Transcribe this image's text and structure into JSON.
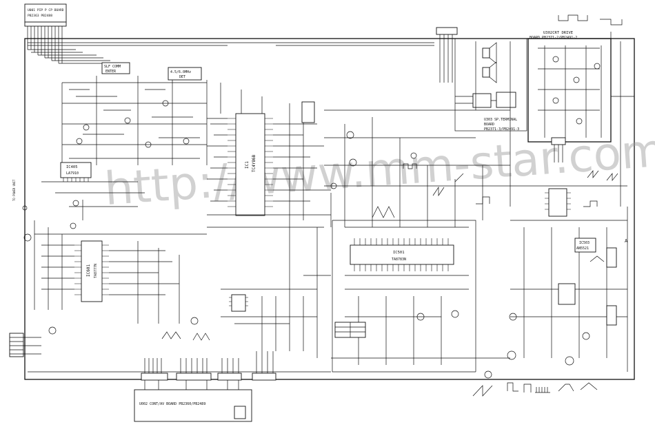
{
  "boards": {
    "pip": {
      "line1": "U001 PIP P CP BOARD",
      "line2": "PB2363 PB2488"
    },
    "crt": {
      "line1": "U302CRT DRIVE",
      "line2": "BOARD PB2371-2/PB2491-2"
    },
    "terminal": {
      "line1": "U303 SP.TERMINAL",
      "line2": "BOARD",
      "line3": "PB2371-3/PB2491-3"
    },
    "cont": {
      "label": "U002 CONT/AV BOARD PB2360/PB2489"
    }
  },
  "ics": {
    "ic601": {
      "name": "IC601",
      "part": "TA8777N"
    },
    "ic501": {
      "name": "IC501",
      "part": "TA8783N"
    },
    "ic503": {
      "name": "IC503",
      "part": "AN5521"
    },
    "main": {
      "name": "IC1",
      "part": "TC4Y86B"
    }
  },
  "blocks": {
    "saw": {
      "line1": "SLF COMM",
      "line2": "ENTER"
    },
    "trap": {
      "line1": "4.5/6.0MHz",
      "line2": "DET"
    },
    "ic05": {
      "name": "IC405",
      "part": "LA7910"
    }
  },
  "side": {
    "power": "TO POWER UNIT",
    "point_a": "A"
  },
  "watermark": "http://www.mm-star.com"
}
